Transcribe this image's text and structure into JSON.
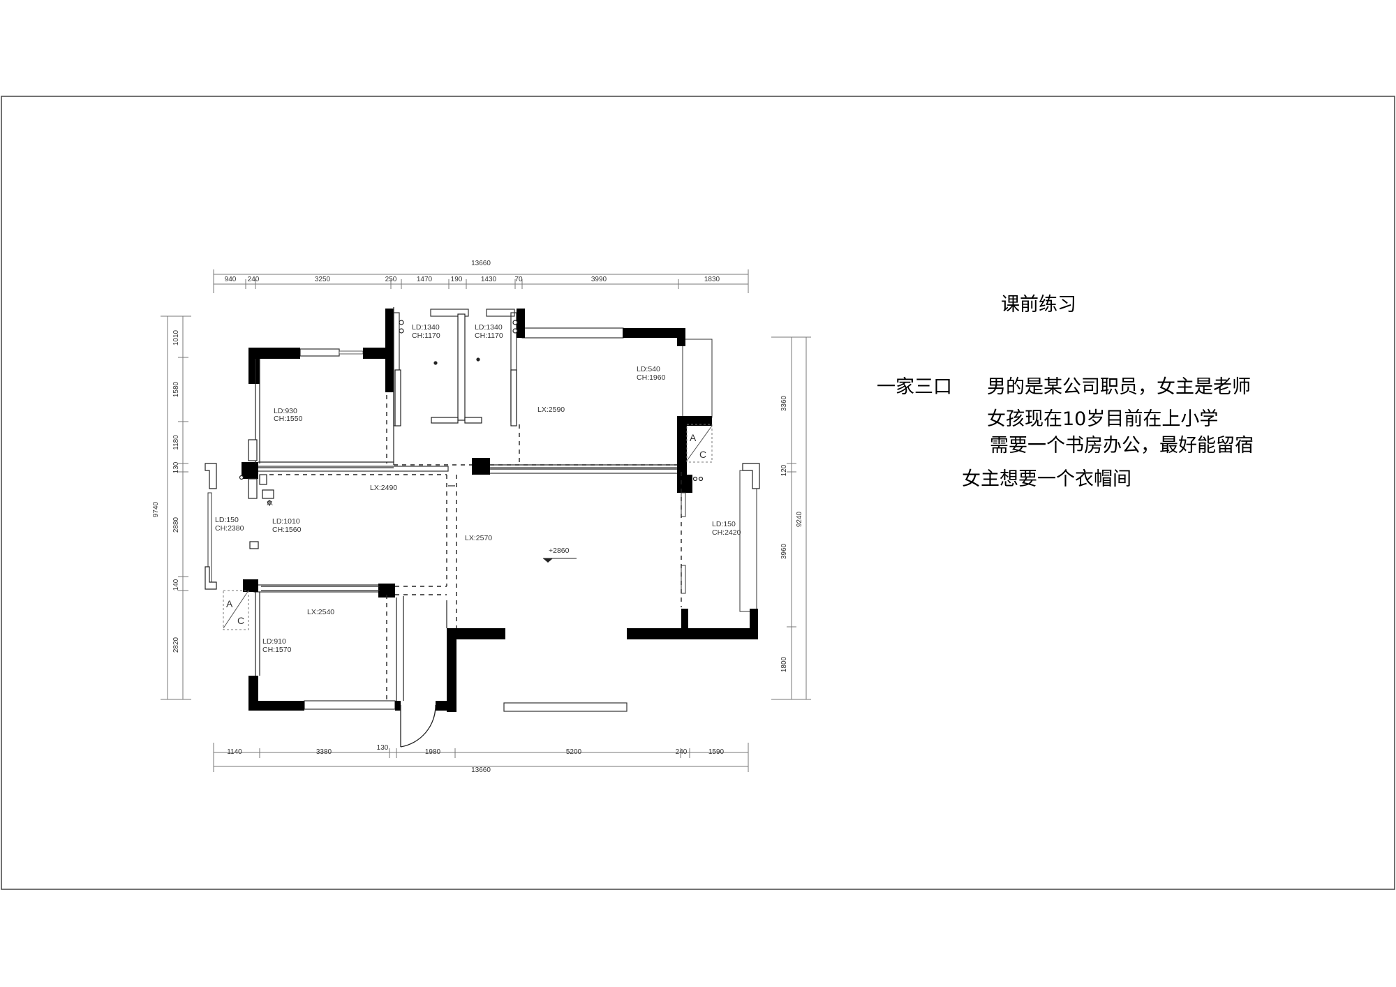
{
  "drawing": {
    "dims_top": {
      "total": "13660",
      "segments": [
        "940",
        "240",
        "3250",
        "250",
        "1470",
        "190",
        "1430",
        "70",
        "3990",
        "1830"
      ]
    },
    "dims_bottom": {
      "total": "13660",
      "segments": [
        "1140",
        "3380",
        "130",
        "1980",
        "5200",
        "240",
        "1590"
      ]
    },
    "dims_left": {
      "total": "9740",
      "segments": [
        "1010",
        "1580",
        "1180",
        "130",
        "2880",
        "140",
        "2820"
      ]
    },
    "dims_right": {
      "total": "9240",
      "segments": [
        "3360",
        "120",
        "3960",
        "1800"
      ]
    },
    "rooms": [
      {
        "l1": "LD:1340",
        "l2": "CH:1170"
      },
      {
        "l1": "LD:1340",
        "l2": "CH:1170"
      },
      {
        "l1": "LD:540",
        "l2": "CH:1960"
      },
      {
        "l1": "LD:930",
        "l2": "CH:1550"
      },
      {
        "l1": "LD:150",
        "l2": "CH:2380"
      },
      {
        "l1": "LD:1010",
        "l2": "CH:1560"
      },
      {
        "l1": "LD:150",
        "l2": "CH:2420"
      },
      {
        "l1": "LD:910",
        "l2": "CH:1570"
      }
    ],
    "lx_labels": [
      "LX:2590",
      "LX:2490",
      "LX:2570",
      "LX:2540"
    ],
    "elevation": "+2860",
    "water_mark": "水",
    "ac_marks": [
      "A",
      "C",
      "A",
      "C"
    ]
  },
  "notes": {
    "title": "课前练习",
    "line1_a": "一家三口",
    "line1_b": "男的是某公司职员，女主是老师",
    "line2": "女孩现在10岁目前在上小学",
    "line3": "需要一个书房办公，最好能留宿",
    "line4": "女主想要一个衣帽间"
  }
}
